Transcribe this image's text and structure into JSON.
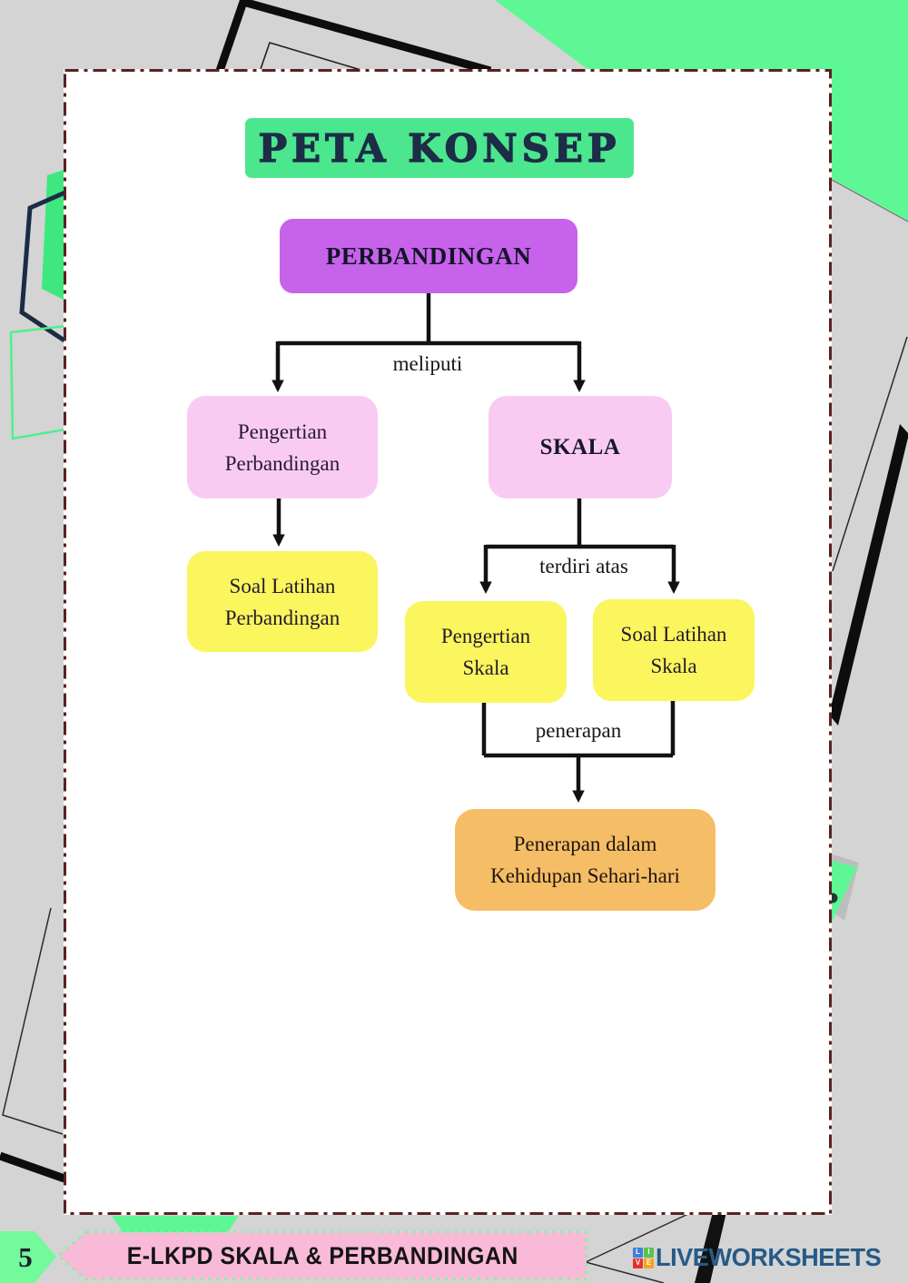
{
  "header": {
    "banner": "PETA KONSEP"
  },
  "diagram": {
    "root": {
      "label": "PERBANDINGAN"
    },
    "edges": {
      "meliputi": "meliputi",
      "terdiri_atas": "terdiri atas",
      "penerapan": "penerapan"
    },
    "nodes": {
      "pengertian_perbandingan": {
        "line1": "Pengertian",
        "line2": "Perbandingan"
      },
      "skala": {
        "label": "SKALA"
      },
      "soal_latihan_perbandingan": {
        "line1": "Soal Latihan",
        "line2": "Perbandingan"
      },
      "pengertian_skala": {
        "line1": "Pengertian",
        "line2": "Skala"
      },
      "soal_latihan_skala": {
        "line1": "Soal Latihan",
        "line2": "Skala"
      },
      "penerapan_kehidupan": {
        "line1": "Penerapan dalam",
        "line2": "Kehidupan Sehari-hari"
      }
    }
  },
  "footer": {
    "page_number": "5",
    "banner": "E-LKPD SKALA & PERBANDINGAN",
    "logo": {
      "squares": [
        {
          "letter": "L",
          "color": "#3f7de0"
        },
        {
          "letter": "I",
          "color": "#58c34c"
        },
        {
          "letter": "V",
          "color": "#e5312e"
        },
        {
          "letter": "E",
          "color": "#f6a21d"
        }
      ],
      "text": "LIVEWORKSHEETS"
    }
  },
  "colors": {
    "background": "#d4d4d4",
    "sheet": "#ffffff",
    "sheet_border": "#5a2121",
    "title_banner_green": "#4ce68f",
    "root_purple": "#c763ea",
    "node_pink": "#f9cbf3",
    "node_yellow": "#fbf55e",
    "node_orange": "#f6bd67",
    "footer_pink": "#f9bad8",
    "footer_green": "#72fa9b",
    "decor_green": "#5ef795",
    "connector_black": "#121212",
    "logo_blue": "#265a88"
  }
}
